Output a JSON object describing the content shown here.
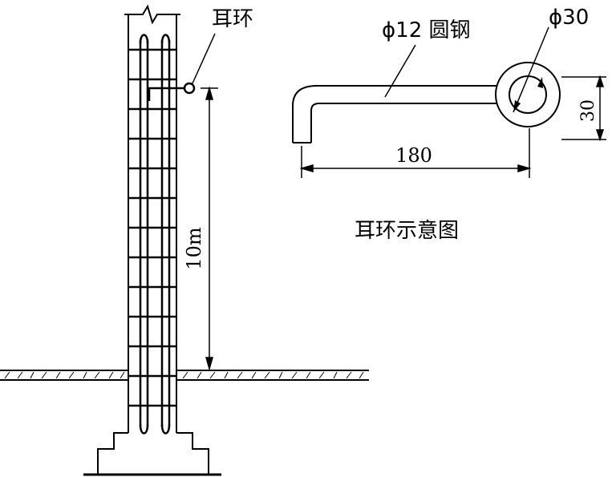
{
  "labels": {
    "ear_ring": "耳环",
    "height": "10m",
    "rod": "ϕ12 圆钢",
    "ring_dia": "ϕ30",
    "ring_offset": "30",
    "length": "180",
    "caption": "耳环示意图"
  },
  "colors": {
    "line": "#000000",
    "background": "#ffffff"
  }
}
